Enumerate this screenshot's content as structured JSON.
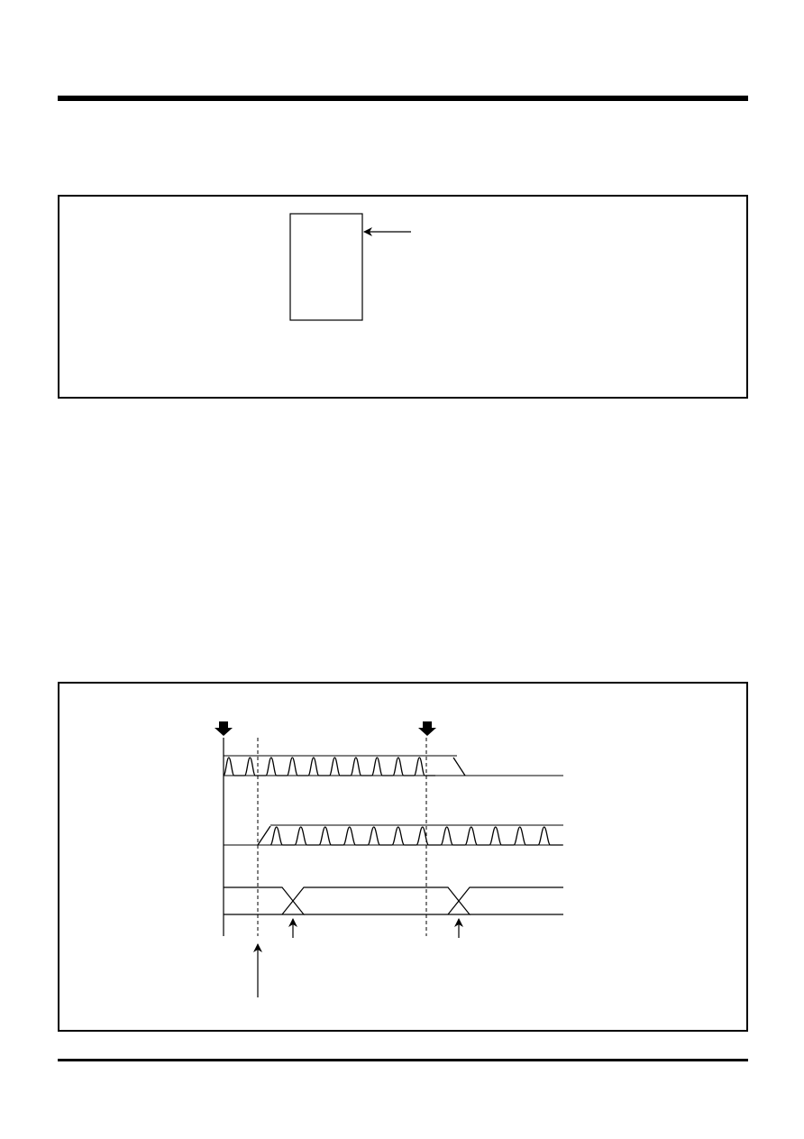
{
  "page": {
    "header_text": "",
    "footer_text": ""
  },
  "figure_1": {
    "caption": "",
    "block_label": "",
    "pointer_label": ""
  },
  "figure_2": {
    "caption": "",
    "signals": [
      {
        "name": "",
        "kind": "clock-burst-falling"
      },
      {
        "name": "",
        "kind": "clock-burst-rising"
      },
      {
        "name": "",
        "kind": "data-transitions"
      }
    ],
    "events": [
      {
        "label": "",
        "marker": "down-arrow-start"
      },
      {
        "label": "",
        "marker": "down-arrow-end"
      }
    ],
    "annotations": [
      {
        "label": "",
        "marker": "transition-1"
      },
      {
        "label": "",
        "marker": "transition-2"
      },
      {
        "label": "",
        "marker": "delay-marker"
      }
    ]
  }
}
